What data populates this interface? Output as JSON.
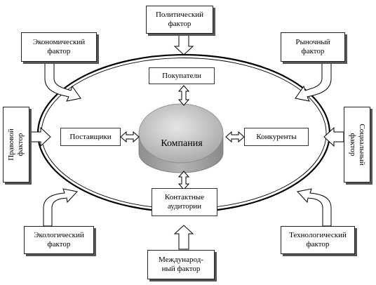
{
  "center": {
    "label": "Компания"
  },
  "inner": {
    "top": "Покупатели",
    "left": "Поставщики",
    "right": "Конкуренты",
    "bottom": "Контактные\nаудитории"
  },
  "factors": {
    "top": "Политический\nфактор",
    "top_left": "Экономический\nфактор",
    "top_right": "Рыночный\nфактор",
    "left": "Правовой\nфактор",
    "right": "Социальный\nфактор",
    "bottom_left": "Экологический\nфактор",
    "bottom_right": "Технологический\nфактор",
    "bottom": "Международ-\nный фактор"
  },
  "colors": {
    "cylinder_top": "#cfcfcf",
    "cylinder_side": "#9d9d9d",
    "line": "#000000"
  }
}
